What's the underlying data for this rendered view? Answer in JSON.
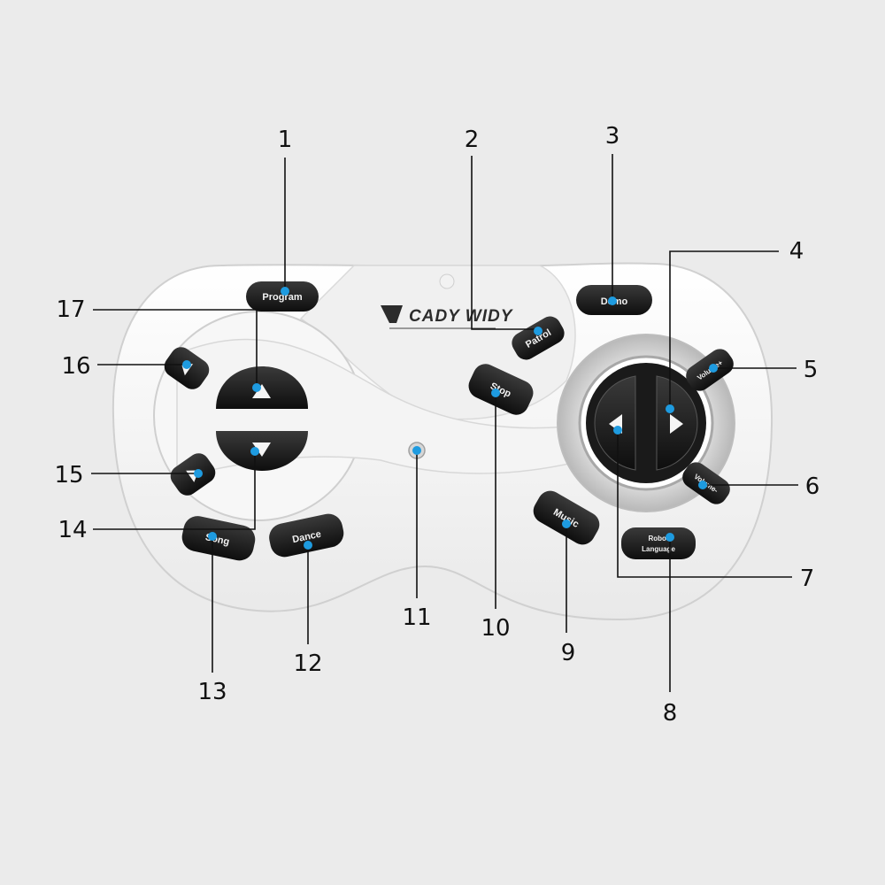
{
  "brand": "CADY WIDY",
  "buttons": {
    "program": "Program",
    "patrol": "Patrol",
    "demo": "Demo",
    "stop": "Stop",
    "volume_up": "Volume+",
    "volume_down": "Volume-",
    "music": "Music",
    "robot_language_line1": "Robot",
    "robot_language_line2": "Language",
    "song": "Song",
    "dance": "Dance"
  },
  "callouts": [
    "1",
    "2",
    "3",
    "4",
    "5",
    "6",
    "7",
    "8",
    "9",
    "10",
    "11",
    "12",
    "13",
    "14",
    "15",
    "16",
    "17"
  ],
  "colors": {
    "marker": "#1e9be0",
    "leader": "#111111",
    "button": "#1b1b1b",
    "body": "#ffffff"
  },
  "icons": {
    "up": "triangle-up-icon",
    "down": "triangle-down-icon",
    "left": "triangle-left-icon",
    "right": "triangle-right-icon",
    "turn_left": "arrow-left-icon",
    "turn_right": "arrow-right-icon",
    "indicator": "led-icon"
  }
}
